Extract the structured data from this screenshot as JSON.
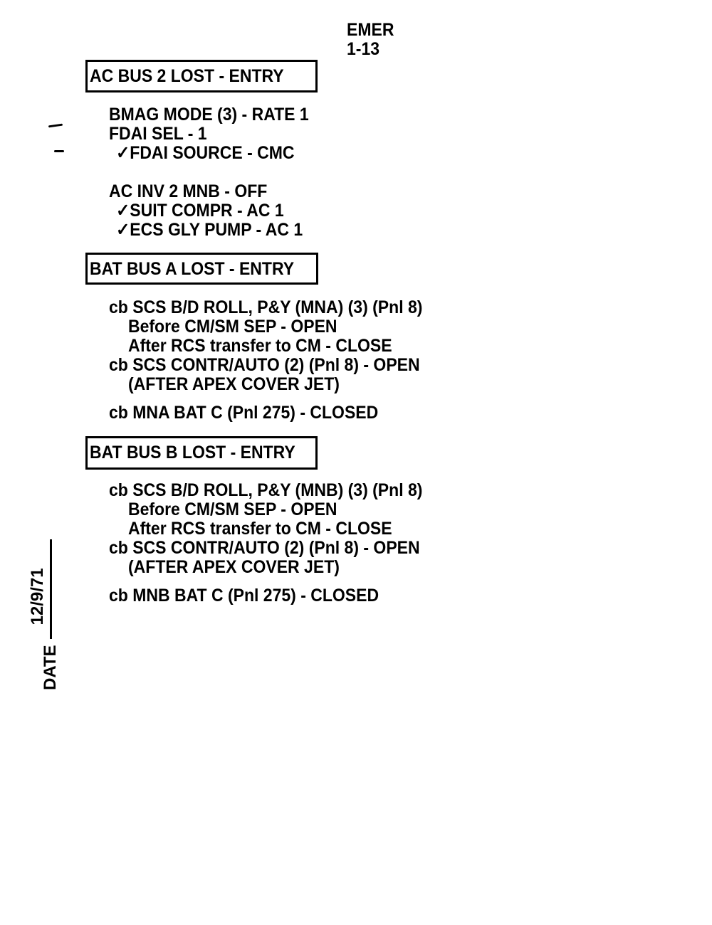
{
  "header": {
    "section": "EMER",
    "page": "1-13"
  },
  "sections": [
    {
      "title": "AC BUS 2 LOST - ENTRY",
      "lines": [
        "BMAG MODE (3) - RATE 1",
        "FDAI SEL - 1",
        "✓FDAI SOURCE - CMC",
        "AC INV 2 MNB - OFF",
        "✓SUIT COMPR - AC 1",
        "✓ECS GLY PUMP - AC 1"
      ]
    },
    {
      "title": "BAT BUS A LOST - ENTRY",
      "lines": [
        "cb SCS B/D ROLL, P&Y (MNA) (3) (Pnl 8)",
        "Before CM/SM SEP - OPEN",
        "After RCS transfer to CM - CLOSE",
        "cb SCS CONTR/AUTO (2) (Pnl 8) - OPEN",
        "(AFTER APEX COVER JET)",
        "cb MNA BAT C (Pnl 275) - CLOSED"
      ]
    },
    {
      "title": "BAT BUS B LOST - ENTRY",
      "lines": [
        "cb SCS B/D ROLL, P&Y (MNB) (3) (Pnl 8)",
        "Before CM/SM SEP - OPEN",
        "After RCS transfer to CM - CLOSE",
        "cb SCS CONTR/AUTO (2) (Pnl 8) - OPEN",
        "(AFTER APEX COVER JET)",
        "cb MNB BAT C (Pnl 275) - CLOSED"
      ]
    }
  ],
  "footer": {
    "date_label": "DATE",
    "date_value": "12/9/71"
  }
}
